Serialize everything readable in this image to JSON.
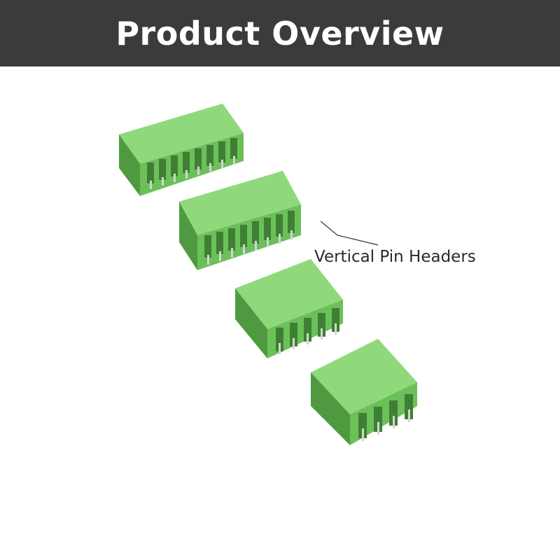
{
  "banner": {
    "title": "Product Overview",
    "background": "#3b3b3b",
    "text_color": "#ffffff"
  },
  "photo": {
    "subject": "green terminal block pin headers",
    "callout_label": "Vertical Pin Headers",
    "colors": {
      "body": "#6cc05a",
      "body_top": "#8fd97c",
      "body_dark": "#4f9a40",
      "pin": "#d4d4d4"
    },
    "headers": [
      {
        "pins": 8
      },
      {
        "pins": 8
      },
      {
        "pins": 5
      },
      {
        "pins": 4
      }
    ]
  }
}
